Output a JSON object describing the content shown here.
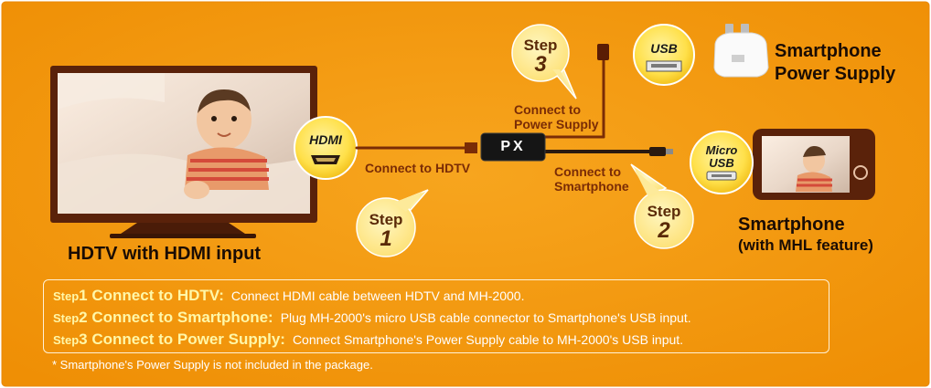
{
  "labels": {
    "hdtv": "HDTV with HDMI input",
    "smartphone": [
      "Smartphone",
      "(with MHL feature)"
    ],
    "power_supply": [
      "Smartphone",
      "Power Supply"
    ],
    "connect_hdtv": "Connect to HDTV",
    "connect_smartphone": [
      "Connect to",
      "Smartphone"
    ],
    "connect_power": [
      "Connect to",
      "Power Supply"
    ],
    "device": "PX"
  },
  "badges": {
    "hdmi": "HDMI",
    "usb": "USB",
    "micro_usb": [
      "Micro",
      "USB"
    ]
  },
  "step_bubbles": [
    {
      "word": "Step",
      "number": "1"
    },
    {
      "word": "Step",
      "number": "2"
    },
    {
      "word": "Step",
      "number": "3"
    }
  ],
  "instructions": [
    {
      "step": "Step",
      "number": "1",
      "title": "Connect to HDTV:",
      "text": "Connect HDMI cable between HDTV and MH-2000."
    },
    {
      "step": "Step",
      "number": "2",
      "title": "Connect to Smartphone:",
      "text": "Plug MH-2000's micro USB cable connector to Smartphone's USB input."
    },
    {
      "step": "Step",
      "number": "3",
      "title": "Connect to Power Supply:",
      "text": "Connect Smartphone's Power Supply cable to MH-2000's USB input."
    }
  ],
  "footnote": "* Smartphone's Power Supply is not included in the package.",
  "colors": {
    "background": "#f59a0c",
    "frame": "#6a2a0a",
    "badge": "#ffe14d",
    "step_text": "#fff7a8"
  }
}
